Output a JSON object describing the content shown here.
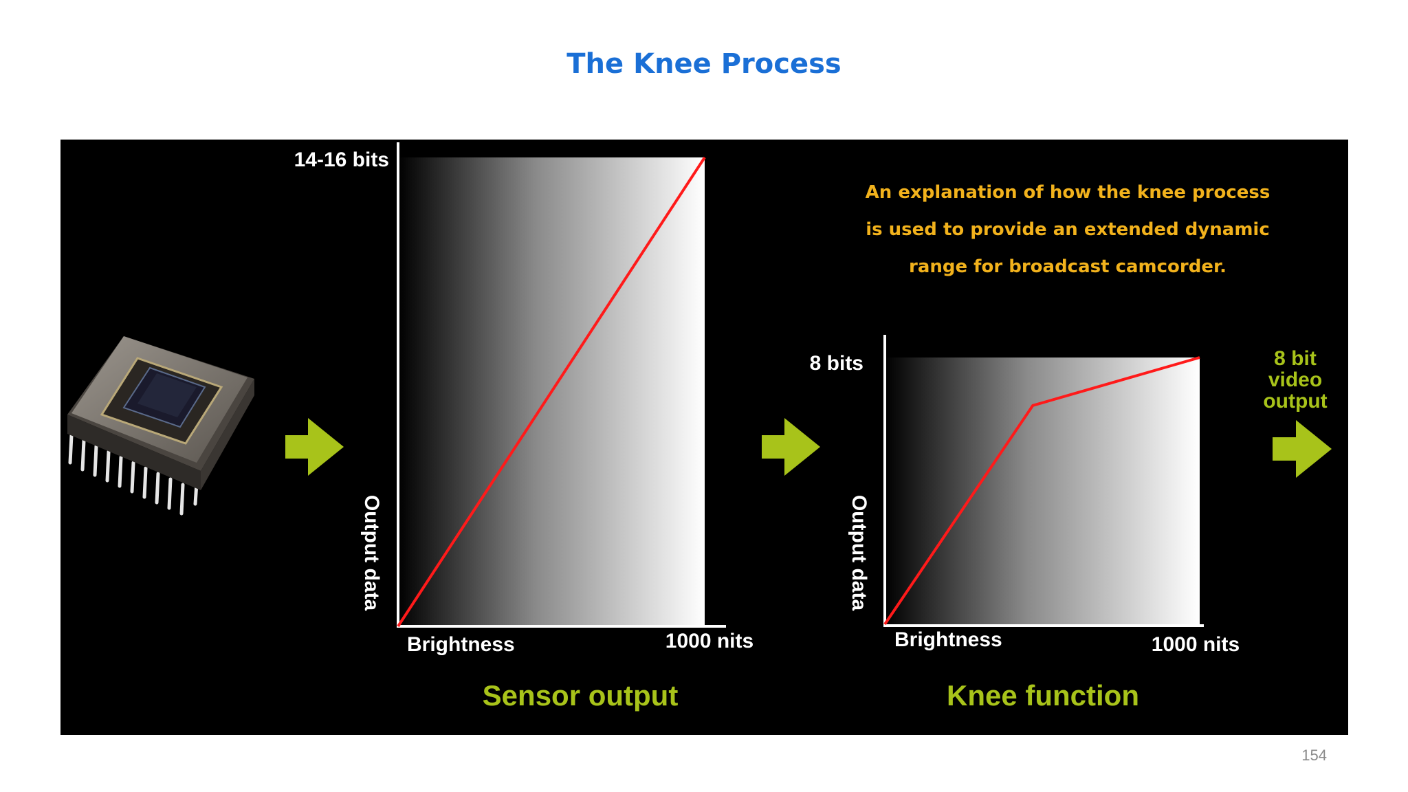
{
  "slide": {
    "title": "The Knee Process",
    "page_number": "154"
  },
  "explanation": {
    "lines": [
      "An explanation of how the knee process",
      "is used to provide an extended dynamic",
      "range for broadcast camcorder."
    ]
  },
  "sensor_chart": {
    "caption": "Sensor output",
    "y_top_label": "14-16 bits",
    "y_axis_label": "Output data",
    "x_axis_label": "Brightness",
    "x_end_label": "1000 nits",
    "curve": {
      "x": [
        0,
        1
      ],
      "y": [
        0,
        1
      ]
    }
  },
  "knee_chart": {
    "caption": "Knee function",
    "y_top_label": "8 bits",
    "y_axis_label": "Output data",
    "x_axis_label": "Brightness",
    "x_end_label": "1000 nits",
    "curve": {
      "x": [
        0,
        0.47,
        1
      ],
      "y": [
        0,
        0.82,
        1
      ]
    }
  },
  "output_label": {
    "lines": [
      "8 bit",
      "video",
      "output"
    ]
  },
  "icons": {
    "sensor": "image-sensor-chip-icon",
    "arrow": "right-arrow-icon"
  },
  "colors": {
    "title": "#1a6fd6",
    "accent_green": "#a8c31a",
    "explanation_text": "#f2b21c",
    "curve": "#ff1a1a",
    "panel_bg": "#000000"
  }
}
